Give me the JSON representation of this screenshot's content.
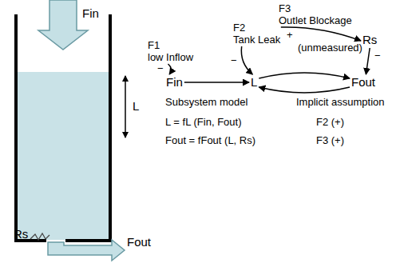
{
  "diagram": {
    "nodes": [
      {
        "text": [
          "F3",
          "Outlet Blockage"
        ]
      },
      {
        "text": [
          "F2",
          "Tank Leak"
        ]
      },
      {
        "text": [
          "Rs"
        ]
      },
      {
        "text": [
          "F1",
          "low Inflow"
        ]
      },
      {
        "text": [
          "Fin"
        ]
      },
      {
        "text": [
          "L"
        ]
      },
      {
        "text": [
          "Fout"
        ]
      }
    ],
    "edges": [
      {
        "from": 3,
        "to": 4,
        "arrow": "to",
        "label": "−"
      },
      {
        "from": 1,
        "to": 5,
        "arrow": "to",
        "label": "−"
      },
      {
        "from": 0,
        "to": 2,
        "arrow": "to",
        "label": "+"
      },
      {
        "from": 2,
        "to": 6,
        "arrow": "to",
        "label": "−"
      },
      {
        "from": 4,
        "to": 5,
        "arrow": "to"
      },
      {
        "from": 5,
        "to": 6,
        "arrow": "to"
      },
      {
        "from": 6,
        "to": 5,
        "arrow": "to"
      }
    ],
    "labels": [
      "Fin",
      "L",
      "Rs",
      "Fout",
      "(unmeasured)",
      "Subsystem model",
      "Implicit assumption",
      "L = fL (Fin, Fout)",
      "F2 (+)",
      "Fout = fFout (L, Rs)",
      "F3 (+)"
    ]
  }
}
